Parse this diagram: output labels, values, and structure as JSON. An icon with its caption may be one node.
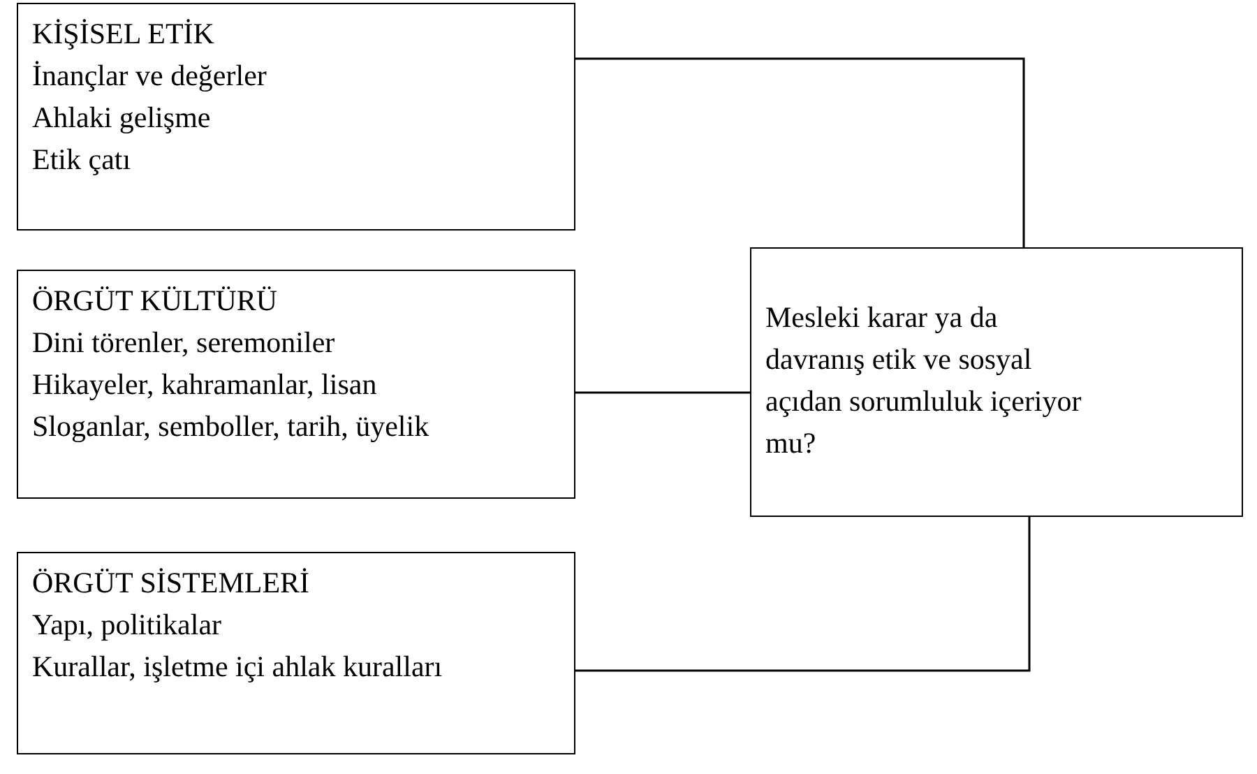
{
  "diagram": {
    "nodes": [
      {
        "text": [
          "KİŞİSEL ETİK",
          "İnançlar ve değerler",
          "Ahlaki gelişme",
          "Etik çatı"
        ]
      },
      {
        "text": [
          "ÖRGÜT KÜLTÜRÜ",
          "Dini törenler, seremoniler",
          "Hikayeler, kahramanlar, lisan",
          "Sloganlar, semboller, tarih, üyelik"
        ]
      },
      {
        "text": [
          "ÖRGÜT SİSTEMLERİ",
          "Yapı, politikalar",
          "Kurallar, işletme içi ahlak kuralları"
        ]
      },
      {
        "text": [
          "Mesleki karar ya da davranış etik ve sosyal açıdan sorumluluk içeriyor mu?"
        ]
      }
    ],
    "edges": [
      {
        "from": 0,
        "to": 3,
        "arrow": "none"
      },
      {
        "from": 1,
        "to": 3,
        "arrow": "none"
      },
      {
        "from": 2,
        "to": 3,
        "arrow": "none"
      }
    ]
  }
}
